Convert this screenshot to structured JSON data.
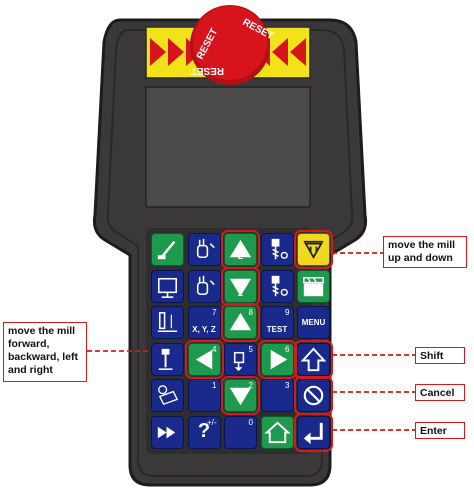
{
  "reset_button": {
    "label_top": "RESET",
    "label_bottom": "RESET"
  },
  "keys": [
    {
      "id": "k-r1c1",
      "color": "green",
      "icon": "tool-icon",
      "num": "",
      "label": ""
    },
    {
      "id": "k-r1c2",
      "color": "blue",
      "icon": "hand-icon",
      "num": "",
      "label": ""
    },
    {
      "id": "k-r1c3",
      "color": "green",
      "icon": "arrow-up-icon",
      "num": "",
      "label": "Z"
    },
    {
      "id": "k-r1c4",
      "color": "blue",
      "icon": "drill-icon",
      "num": "",
      "label": ""
    },
    {
      "id": "k-r1c5",
      "color": "yellow",
      "icon": "feed-override-icon",
      "num": "",
      "label": ""
    },
    {
      "id": "k-r2c1",
      "color": "blue",
      "icon": "cycle-icon",
      "num": "",
      "label": ""
    },
    {
      "id": "k-r2c2",
      "color": "blue",
      "icon": "hand-icon",
      "num": "",
      "label": ""
    },
    {
      "id": "k-r2c3",
      "color": "green",
      "icon": "arrow-down-icon",
      "num": "",
      "label": "Z"
    },
    {
      "id": "k-r2c4",
      "color": "blue",
      "icon": "drill-icon",
      "num": "",
      "label": ""
    },
    {
      "id": "k-r2c5",
      "color": "green",
      "icon": "clapperboard-icon",
      "num": "",
      "label": ""
    },
    {
      "id": "k-r3c1",
      "color": "blue",
      "icon": "probe-icon",
      "num": "",
      "label": ""
    },
    {
      "id": "k-r3c2",
      "color": "blue",
      "icon": "",
      "num": "7",
      "label": "X, Y, Z"
    },
    {
      "id": "k-r3c3",
      "color": "green",
      "icon": "arrow-up-icon",
      "num": "8",
      "label": ""
    },
    {
      "id": "k-r3c4",
      "color": "blue",
      "icon": "",
      "num": "9",
      "label": "TEST"
    },
    {
      "id": "k-r3c5",
      "color": "blue",
      "icon": "",
      "num": "",
      "label": "MENU"
    },
    {
      "id": "k-r4c1",
      "color": "blue",
      "icon": "tool-length-icon",
      "num": "",
      "label": ""
    },
    {
      "id": "k-r4c2",
      "color": "green",
      "icon": "arrow-left-icon",
      "num": "4",
      "label": ""
    },
    {
      "id": "k-r4c3",
      "color": "blue",
      "icon": "spindle-icon",
      "num": "5",
      "label": ""
    },
    {
      "id": "k-r4c4",
      "color": "green",
      "icon": "arrow-right-icon",
      "num": "6",
      "label": ""
    },
    {
      "id": "k-r4c5",
      "color": "blue",
      "icon": "shift-arrow-icon",
      "num": "",
      "label": ""
    },
    {
      "id": "k-r5c1",
      "color": "blue",
      "icon": "workpiece-icon",
      "num": "",
      "label": ""
    },
    {
      "id": "k-r5c2",
      "color": "blue",
      "icon": "",
      "num": "1",
      "label": ""
    },
    {
      "id": "k-r5c3",
      "color": "green",
      "icon": "arrow-down-icon",
      "num": "2",
      "label": ""
    },
    {
      "id": "k-r5c4",
      "color": "blue",
      "icon": "",
      "num": "3",
      "label": ""
    },
    {
      "id": "k-r5c5",
      "color": "blue",
      "icon": "cancel-icon",
      "num": "",
      "label": ""
    },
    {
      "id": "k-r6c1",
      "color": "blue",
      "icon": "fast-forward-icon",
      "num": "",
      "label": ""
    },
    {
      "id": "k-r6c2",
      "color": "blue",
      "icon": "question-icon",
      "num": "+/-",
      "label": "?"
    },
    {
      "id": "k-r6c3",
      "color": "blue",
      "icon": "",
      "num": "0",
      "label": ""
    },
    {
      "id": "k-r6c4",
      "color": "green",
      "icon": "home-icon",
      "num": "",
      "label": ""
    },
    {
      "id": "k-r6c5",
      "color": "blue",
      "icon": "enter-icon",
      "num": "",
      "label": ""
    }
  ],
  "callouts": {
    "z_axis": "move the mill up and down",
    "xy_axis": "move the mill forward, backward, left and right",
    "shift": "Shift",
    "cancel": "Cancel",
    "enter": "Enter"
  },
  "colors": {
    "body": "#3a3838",
    "body_edge": "#1d1c1c",
    "screen": "#4a4a4a",
    "warning_strip": "#f2e21a",
    "warning_triangle": "#d7141c",
    "reset_button": "#d7141c",
    "key_blue": "#1a2a8c",
    "key_green": "#1e9a4e",
    "key_yellow": "#f2d81f",
    "highlight": "#d41a1a"
  }
}
